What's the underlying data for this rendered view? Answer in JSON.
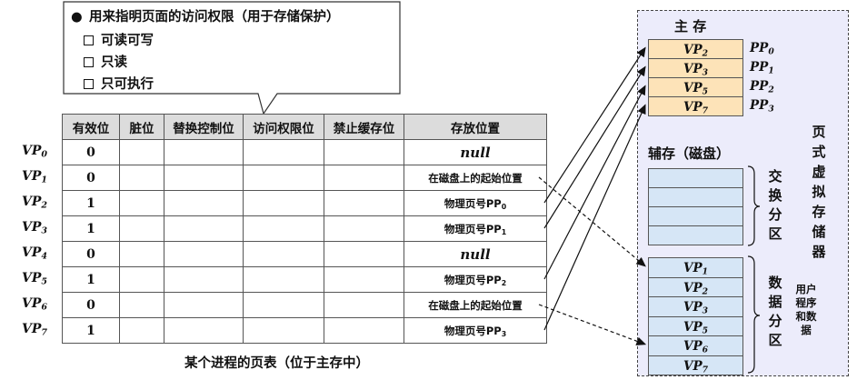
{
  "callout": {
    "heading": "用来指明页面的访问权限（用于存储保护）",
    "options": [
      "可读可写",
      "只读",
      "只可执行"
    ]
  },
  "page_table": {
    "columns": [
      "有效位",
      "脏位",
      "替换控制位",
      "访问权限位",
      "禁止缓存位",
      "存放位置"
    ],
    "rows": [
      {
        "label": "VP",
        "index": "0",
        "valid": "0",
        "location": "null",
        "loc_sub": "",
        "is_null": true
      },
      {
        "label": "VP",
        "index": "1",
        "valid": "0",
        "location": "在磁盘上的起始位置",
        "loc_sub": "",
        "is_null": false
      },
      {
        "label": "VP",
        "index": "2",
        "valid": "1",
        "location": "物理页号PP",
        "loc_sub": "0",
        "is_null": false
      },
      {
        "label": "VP",
        "index": "3",
        "valid": "1",
        "location": "物理页号PP",
        "loc_sub": "1",
        "is_null": false
      },
      {
        "label": "VP",
        "index": "4",
        "valid": "0",
        "location": "null",
        "loc_sub": "",
        "is_null": true
      },
      {
        "label": "VP",
        "index": "5",
        "valid": "1",
        "location": "物理页号PP",
        "loc_sub": "2",
        "is_null": false
      },
      {
        "label": "VP",
        "index": "6",
        "valid": "0",
        "location": "在磁盘上的起始位置",
        "loc_sub": "",
        "is_null": false
      },
      {
        "label": "VP",
        "index": "7",
        "valid": "1",
        "location": "物理页号PP",
        "loc_sub": "3",
        "is_null": false
      }
    ],
    "caption": "某个进程的页表（位于主存中）"
  },
  "panel": {
    "main_memory_title": "主 存",
    "main_memory": [
      {
        "vp": "VP",
        "vp_sub": "2",
        "pp": "PP",
        "pp_sub": "0"
      },
      {
        "vp": "VP",
        "vp_sub": "3",
        "pp": "PP",
        "pp_sub": "1"
      },
      {
        "vp": "VP",
        "vp_sub": "5",
        "pp": "PP",
        "pp_sub": "2"
      },
      {
        "vp": "VP",
        "vp_sub": "7",
        "pp": "PP",
        "pp_sub": "3"
      }
    ],
    "secondary_title": "辅存（磁盘）",
    "swap_label": "交换分区",
    "swap_slots": 4,
    "data_label": "数据分区",
    "data_note": "用户程序和数据",
    "data_area": [
      {
        "vp": "VP",
        "sub": "1"
      },
      {
        "vp": "VP",
        "sub": "2"
      },
      {
        "vp": "VP",
        "sub": "3"
      },
      {
        "vp": "VP",
        "sub": "5"
      },
      {
        "vp": "VP",
        "sub": "6"
      },
      {
        "vp": "VP",
        "sub": "7"
      }
    ],
    "side_label": "页式虚拟存储器"
  },
  "colors": {
    "main_memory_fill": "#fde3b8",
    "disk_fill": "#d6e6f6",
    "panel_fill": "#ececfb",
    "header_fill": "#dcdcdc"
  }
}
